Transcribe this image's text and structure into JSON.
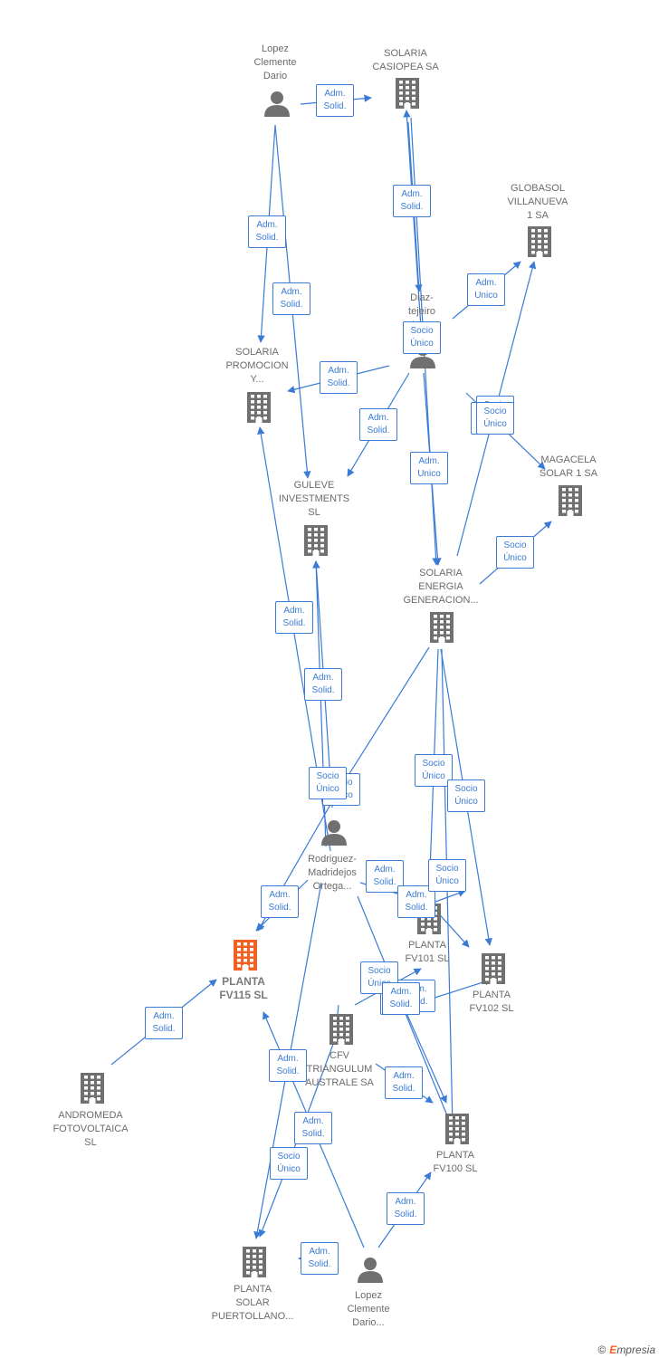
{
  "colors": {
    "edge": "#3a7bd5",
    "company": "#707070",
    "main_company": "#f26122",
    "person": "#707070"
  },
  "nodes": [
    {
      "id": "lopez_top",
      "type": "person",
      "label": "Lopez\nClemente\nDario"
    },
    {
      "id": "solaria_casiopea",
      "type": "company",
      "label": "SOLARIA\nCASIOPEA SA"
    },
    {
      "id": "globasol",
      "type": "company",
      "label": "GLOBASOL\nVILLANUEVA\n1 SA"
    },
    {
      "id": "diaz",
      "type": "person",
      "label": "Diaz-\ntejeiro\nLa..."
    },
    {
      "id": "solaria_promocion",
      "type": "company",
      "label": "SOLARIA\nPROMOCION\nY..."
    },
    {
      "id": "guleve",
      "type": "company",
      "label": "GULEVE\nINVESTMENTS\nSL"
    },
    {
      "id": "magacela",
      "type": "company",
      "label": "MAGACELA\nSOLAR 1 SA"
    },
    {
      "id": "solaria_energia",
      "type": "company",
      "label": "SOLARIA\nENERGIA\nGENERACION..."
    },
    {
      "id": "rodriguez",
      "type": "person",
      "label": "Rodriguez-\nMadridejos\nOrtega..."
    },
    {
      "id": "planta_fv115",
      "type": "company",
      "main": true,
      "label": "PLANTA\nFV115  SL"
    },
    {
      "id": "planta_fv101",
      "type": "company",
      "label": "PLANTA\nFV101  SL"
    },
    {
      "id": "planta_fv102",
      "type": "company",
      "label": "PLANTA\nFV102  SL"
    },
    {
      "id": "cfv",
      "type": "company",
      "label": "CFV\nTRIANGULUM\nAUSTRALE SA"
    },
    {
      "id": "andromeda",
      "type": "company",
      "label": "ANDROMEDA\nFOTOVOLTAICA\nSL"
    },
    {
      "id": "planta_fv100",
      "type": "company",
      "label": "PLANTA\nFV100  SL"
    },
    {
      "id": "planta_puertollano",
      "type": "company",
      "label": "PLANTA\nSOLAR\nPUERTOLLANO..."
    },
    {
      "id": "lopez_bottom",
      "type": "person",
      "label": "Lopez\nClemente\nDario..."
    }
  ],
  "edge_labels": [
    "Adm.\nSolid.",
    "Adm.\nSolid.",
    "Adm.\nSolid.",
    "Adm.\nSolid.",
    "Adm.\nUnico",
    "Socio\nÚnico",
    "Adm.\nSolid.",
    "Adm.\nSolid.",
    "Socio\nÚnico",
    "Adm.\nUnico",
    "Socio\nÚnico",
    "Adm.\nSolid.",
    "Adm.\nSolid.",
    "Socio\nÚnico",
    "Socio\nÚnico",
    "Socio\nÚnico",
    "Socio\nÚnico",
    "Adm.\nSolid.",
    "Adm.\nSolid.",
    "Socio\nÚnico",
    "Adm.\nSolid.",
    "Socio\nÚnico",
    "Socio\nÚnico",
    "Adm.\nSolid.",
    "Socio\nÚnico",
    "Adm.\nSolid.",
    "Socio\nÚnico",
    "Adm.\nSolid.",
    "Adm.\nSolid.",
    "Adm.\nSolid.",
    "Adm.\nSolid.",
    "Socio\nÚnico",
    "Adm.\nSolid.",
    "Adm.\nSolid.",
    "Adm.\nSolid."
  ],
  "footer": {
    "copyright": "©",
    "brand_e": "E",
    "brand_rest": "mpresia"
  }
}
